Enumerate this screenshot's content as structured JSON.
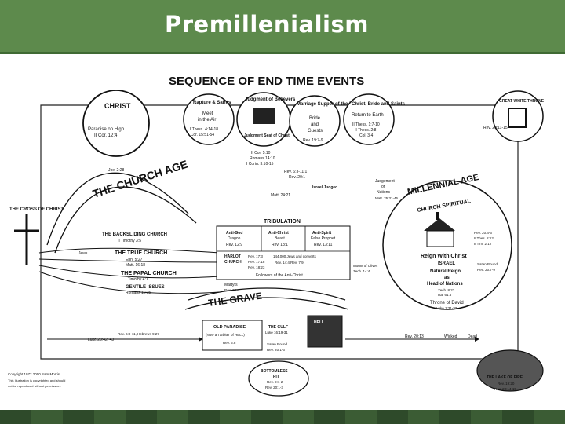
{
  "slide": {
    "title": "Premillenialism"
  },
  "diagram": {
    "heading": "SEQUENCE OF END TIME EVENTS",
    "christ": {
      "title": "CHRIST",
      "paradise": "Paradise on High",
      "paradise_ref": "II Cor. 12:4"
    },
    "cross": {
      "label": "THE CROSS OF CHRIST"
    },
    "church": {
      "label": "THE CHURCH AGE",
      "joel": "Joel 2:28"
    },
    "rapture": {
      "title": "Rapture & Saints",
      "line1": "Meet",
      "line2": "in the Air",
      "ref1": "I Thess. 4:14-18",
      "ref2": "I Cor. 15:51-54"
    },
    "judgment": {
      "title": "Judgment of Believers",
      "sub": "Judgment Seat of Christ",
      "ref1": "II Cor. 5:10",
      "ref2": "Romans 14:10",
      "ref3": "I Corin. 3:10-15"
    },
    "marriage": {
      "title": "Marriage Supper of the Lamb",
      "line1": "Bride",
      "line2": "and",
      "line3": "Guests",
      "ref": "Rev. 19:7-9"
    },
    "christ_bride": {
      "title": "Christ, Bride and Saints",
      "line1": "Return to Earth",
      "ref1": "II Thess. 1:7-10",
      "ref2": "II Thess. 2:8",
      "ref3": "Col. 3:4"
    },
    "white_throne": {
      "title": "GREAT WHITE THRONE",
      "ref": "Rev. 20:11-15"
    },
    "rev_ref": {
      "line1": "Rev. 6:3-11:1",
      "line2": "Rev. 20:1"
    },
    "israel_judged": "Israel Judged",
    "nations": {
      "line1": "Judgement",
      "line2": "of",
      "line3": "Nations",
      "ref": "Matt. 25:31-46"
    },
    "millennial": {
      "title": "MILLENNIAL AGE",
      "sub": "CHURCH SPIRITUAL",
      "reign": "Reign With Christ",
      "israel": "ISRAEL",
      "natural": "Natural Reign",
      "as": "as",
      "head": "Head of Nations",
      "zech": "Zech. 8:23",
      "isa": "Isa. 61:6",
      "throne": "Throne of David",
      "luke": "Luke 1:31-32",
      "rev1": "Rev. 20:4-6",
      "thess": "II Thes. 2:12",
      "tim": "II Tim. 2:12",
      "satan": "Satan Bound",
      "satan_ref": "Rev. 20:7-9"
    },
    "tribulation": {
      "ref": "Matt. 24:21",
      "title": "TRIBULATION",
      "antigod": "Anti-God",
      "dragon": "Dragon",
      "antigod_ref": "Rev. 12:9",
      "antichrist": "Anti-Christ",
      "beast": "Beast",
      "antichrist_ref": "Rev. 13:1",
      "antispirit": "Anti-Spirit",
      "prophet": "False Prophet",
      "antispirit_ref": "Rev. 13:11",
      "harlot1": "HARLOT",
      "harlot2": "CHURCH",
      "harlot_ref1": "Rev. 17:3",
      "harlot_ref2": "Rev. 17:18",
      "harlot_ref3": "Rev. 18:23",
      "jews": "144,000 Jews and converts",
      "jews_ref": "Rev. 14:4  Rev. 7:9",
      "martyrs": "Martyrs",
      "martyrs_ref": "Rev. 20:4",
      "followers": "Followers of the Anti-Christ",
      "mount": "Mount of Olives",
      "mount_ref": "Zech. 14:4"
    },
    "true_church": {
      "title": "THE TRUE CHURCH",
      "ref1": "Eph. 5:27",
      "ref2": "Matt. 16:18",
      "backslid": "THE BACKSLIDING CHURCH",
      "backslid_ref": "II Timothy 3:5",
      "papal": "THE PAPAL CHURCH",
      "papal_ref": "I Timothy 4:1",
      "gentiles": "GENTILE ISSUES",
      "gentiles_ref": "Romans 11:15",
      "jews": "Jews"
    },
    "grave": {
      "label": "THE GRAVE"
    },
    "bottom": {
      "old_paradise": "OLD PARADISE",
      "old_sub": "(Now an arbiter of HELL)",
      "old_ref": "Rev. 6:8",
      "gulf": "THE GULF",
      "gulf_ref": "Luke 16:19-31",
      "satan": "Satan Bound",
      "satan_ref": "Rev. 20:1-3",
      "hell": "HELL",
      "pit1": "BOTTOMLESS",
      "pit2": "PIT",
      "pit_ref1": "Rev. 9:1-2",
      "pit_ref2": "Rev. 20:1-3",
      "lake1": "THE LAKE OF FIRE",
      "lake_ref1": "Rev. 19:20",
      "lake_ref2": "Rev. 20:14-15",
      "luke": "Luke 23:42, 43",
      "rev_20": "Rev. 20:13",
      "wicked": "Wicked",
      "dead": "Dead",
      "rev_ref_left": "Rev. 6:9-11, Hebrews 9:27"
    },
    "copyright": {
      "line1": "Copyright 1972  2000 Sam Morris",
      "line2": "This Illustration is copyrighted and should",
      "line3": "not be reproduced without permission."
    }
  },
  "footer": {}
}
